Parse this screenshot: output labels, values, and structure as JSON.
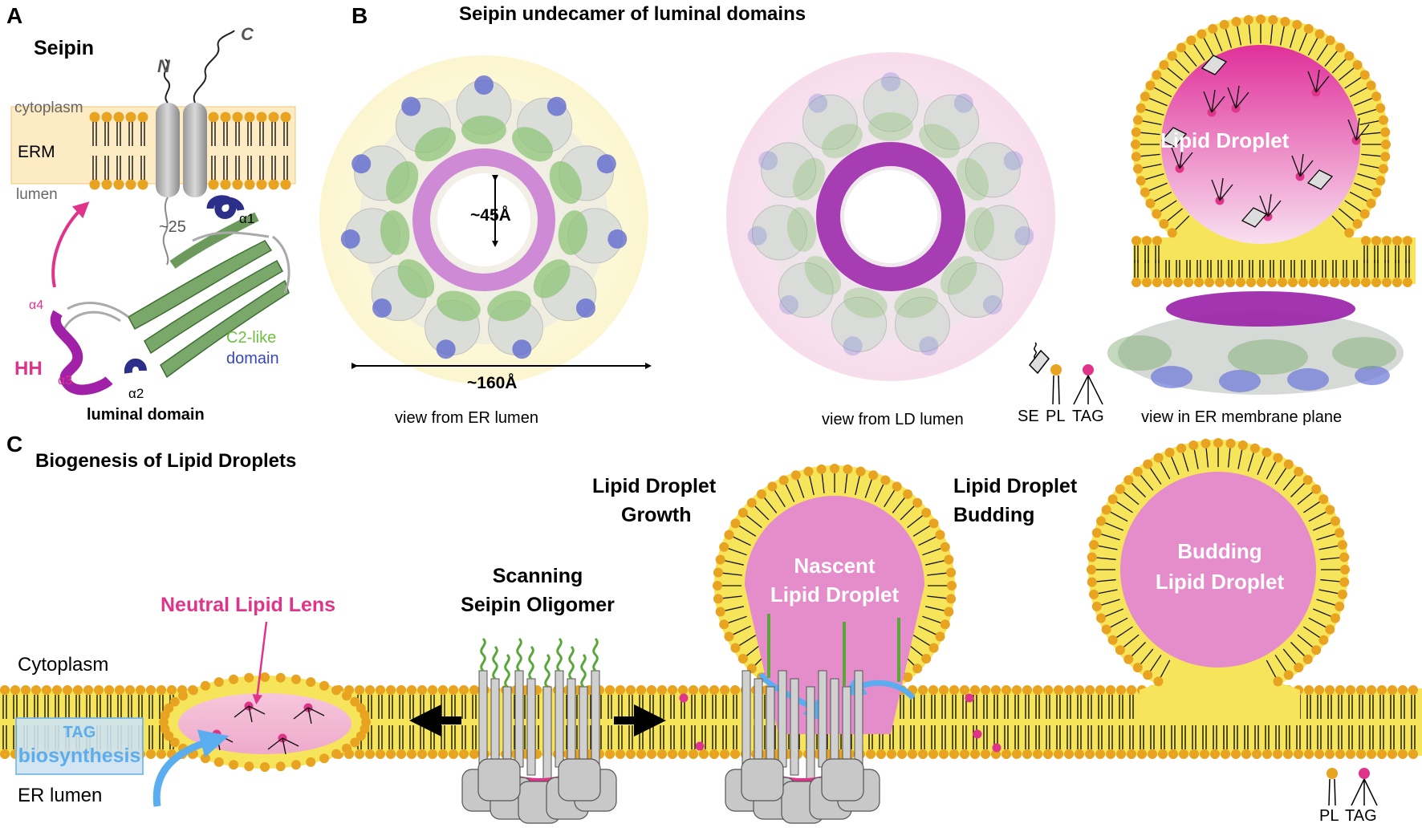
{
  "panels": {
    "a_letter": "A",
    "b_letter": "B",
    "c_letter": "C"
  },
  "panel_a": {
    "title": "Seipin",
    "n_terminus": "N",
    "c_terminus": "C",
    "cytoplasm": "cytoplasm",
    "erm": "ERM",
    "lumen": "lumen",
    "loop_length": "~25",
    "alpha1": "α1",
    "alpha2": "α2",
    "alpha3": "α3",
    "alpha4": "α4",
    "hh": "HH",
    "c2_like": "C2-like",
    "domain": "domain",
    "luminal_domain": "luminal domain"
  },
  "panel_b": {
    "title": "Seipin undecamer of luminal domains",
    "pore_size": "~45Å",
    "diameter": "~160Å",
    "view_er_lumen": "view from ER lumen",
    "view_ld_lumen": "view from LD lumen",
    "view_membrane_plane": "view in ER membrane plane",
    "lipid_droplet": "Lipid Droplet",
    "legend_se": "SE",
    "legend_pl": "PL",
    "legend_tag": "TAG"
  },
  "panel_c": {
    "title": "Biogenesis of Lipid Droplets",
    "cytoplasm": "Cytoplasm",
    "er_lumen": "ER lumen",
    "tag_line1": "TAG",
    "tag_line2": "biosynthesis",
    "neutral_lens": "Neutral Lipid Lens",
    "scanning_line1": "Scanning",
    "scanning_line2": "Seipin Oligomer",
    "growth_line1": "Lipid Droplet",
    "growth_line2": "Growth",
    "nascent_line1": "Nascent",
    "nascent_line2": "Lipid Droplet",
    "budding_title_line1": "Lipid Droplet",
    "budding_title_line2": "Budding",
    "budding_line1": "Budding",
    "budding_line2": "Lipid Droplet",
    "legend_pl": "PL",
    "legend_tag": "TAG"
  },
  "colors": {
    "membrane": "#f6e45a",
    "headgroup": "#e8a320",
    "droplet": "#e58ccb",
    "tag_head": "#e0348a",
    "seipin_green": "#5aa63a",
    "hh_magenta": "#a020a8",
    "alpha_blue": "#2b2f8a",
    "arrow_blue": "#5aaef0",
    "arrow_pink": "#e0348a"
  }
}
